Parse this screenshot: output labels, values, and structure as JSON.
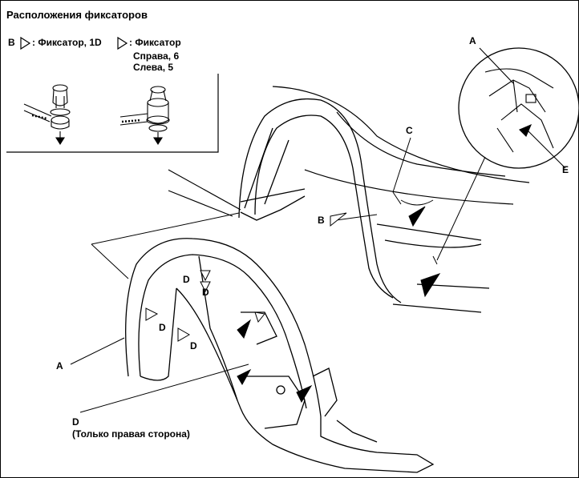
{
  "title": "Расположения фиксаторов",
  "legend": {
    "b_letter": "B",
    "b_text": ": Фиксатор, 1",
    "d_letter": "D",
    "d_text": ": Фиксатор",
    "d_right": "Справа, 6",
    "d_left": "Слева, 5"
  },
  "labels": {
    "A_detail": "A",
    "E_detail": "E",
    "C": "C",
    "B": "B",
    "A_main": "A",
    "D1": "D",
    "D2": "D",
    "D3": "D",
    "D4": "D",
    "D_bottom": "D",
    "D_note": "(Только правая сторона)"
  }
}
